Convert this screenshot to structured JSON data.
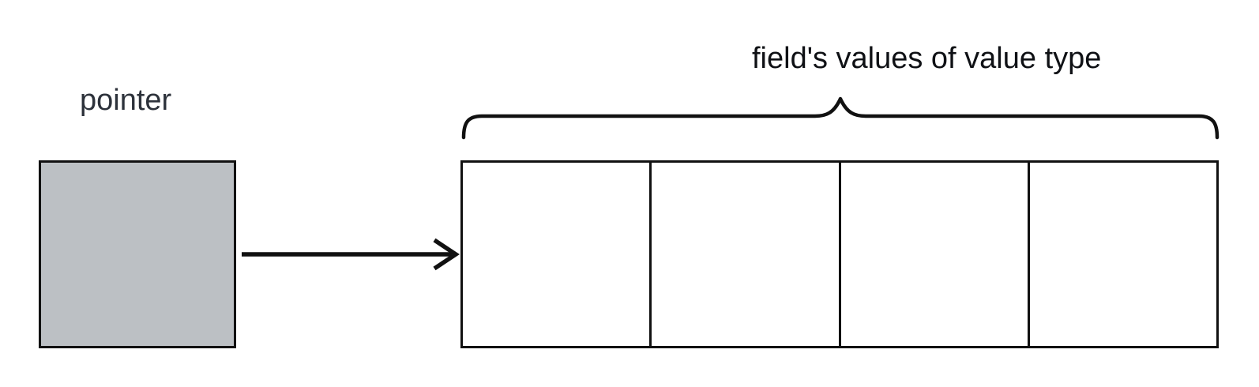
{
  "diagram": {
    "pointer_label": "pointer",
    "values_label": "field's values of value type",
    "cells": {
      "count": 4
    },
    "colors": {
      "background": "#ffffff",
      "stroke": "#111111",
      "pointer_box_fill": "#bcc0c4",
      "cell_fill": "#ffffff",
      "pointer_label_color": "#2d323b",
      "values_label_color": "#0f1115"
    }
  }
}
